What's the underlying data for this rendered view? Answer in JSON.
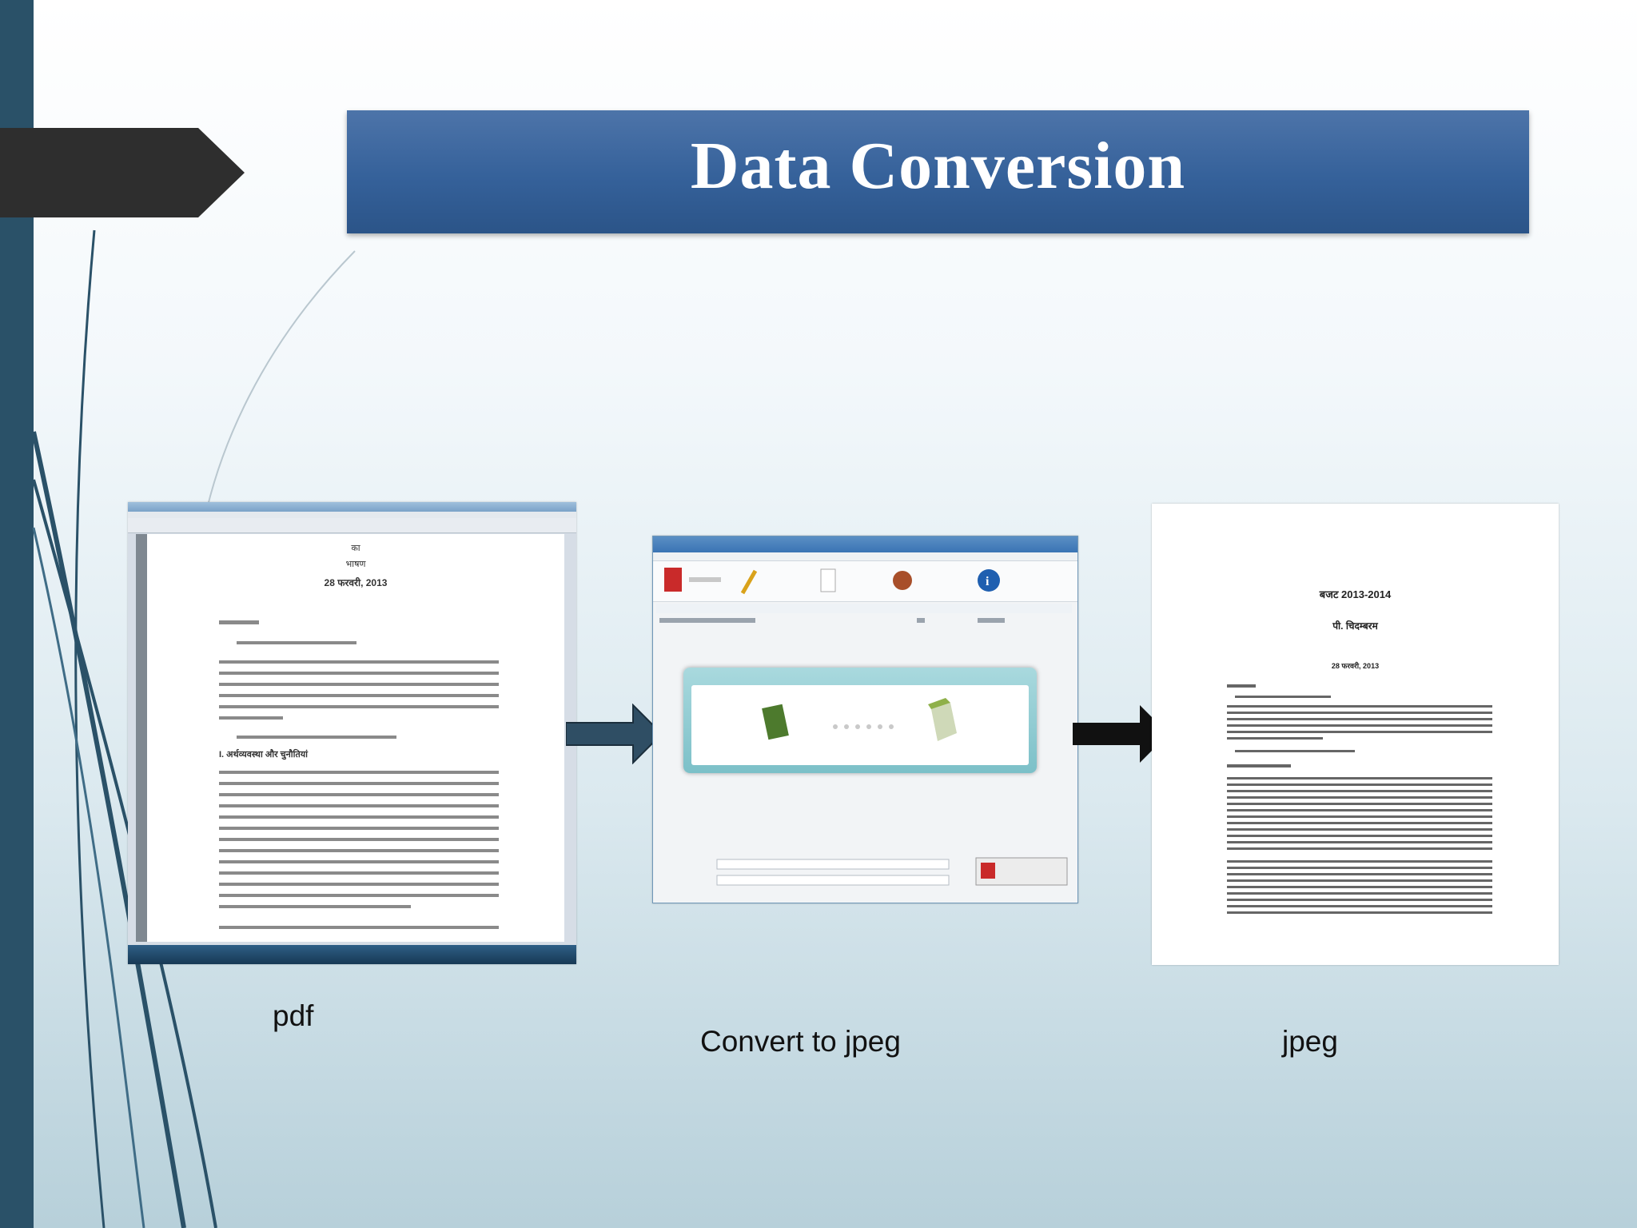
{
  "slide": {
    "title": "Data Conversion",
    "step_labels": {
      "pdf": "pdf",
      "convert": "Convert to jpeg",
      "jpeg": "jpeg"
    },
    "output_document": {
      "heading": "बजट 2013-2014",
      "subheading": "पी. चिदम्बरम",
      "date": "28 फरवरी, 2013"
    },
    "pdf_document": {
      "heading": "भाषण",
      "date": "28 फरवरी, 2013",
      "section": "I. अर्थव्यवस्था और चुनौतियां"
    },
    "colors": {
      "accent_bar": "#2a5168",
      "title_bg": "#35619a",
      "title_text": "#ffffff",
      "arrow": "#2f4e64"
    }
  }
}
